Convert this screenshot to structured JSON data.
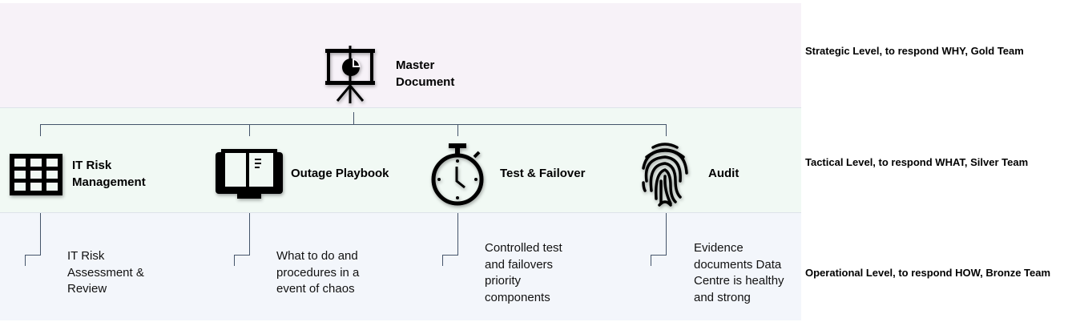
{
  "levels": [
    "Strategic Level, to respond WHY, Gold Team",
    "Tactical Level, to respond WHAT, Silver Team",
    "Operational Level, to respond HOW, Bronze Team"
  ],
  "master": {
    "line1": "Master",
    "line2": "Document"
  },
  "items": [
    {
      "title1": "IT Risk",
      "title2": "Management",
      "desc": [
        "IT Risk",
        "Assessment &",
        "Review"
      ]
    },
    {
      "title1": "Outage Playbook",
      "desc": [
        "What to do and",
        "procedures in a",
        "event of chaos"
      ]
    },
    {
      "title1": "Test & Failover",
      "desc": [
        "Controlled test",
        "and failovers",
        "priority",
        "components"
      ]
    },
    {
      "title1": "Audit",
      "desc": [
        "Evidence",
        "documents Data",
        "Centre is healthy",
        "and strong"
      ]
    }
  ],
  "colors": {
    "strategic": "#f7f2f8",
    "tactical": "#f1f9f4",
    "operational": "#f3f6fb",
    "connector": "#44546a"
  }
}
